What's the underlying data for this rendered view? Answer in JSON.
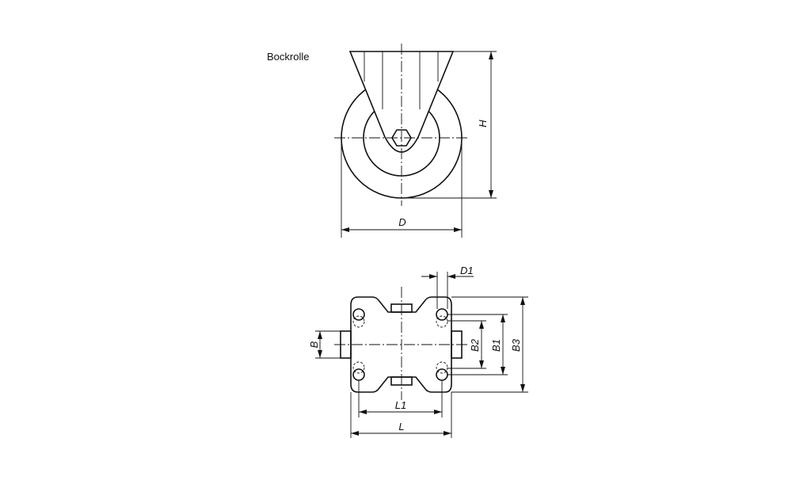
{
  "title": "Bockrolle",
  "dimensions": {
    "side_view": {
      "height": "H",
      "diameter": "D"
    },
    "top_view": {
      "B": "B",
      "D1": "D1",
      "B1": "B1",
      "B2": "B2",
      "B3": "B3",
      "L": "L",
      "L1": "L1"
    }
  }
}
